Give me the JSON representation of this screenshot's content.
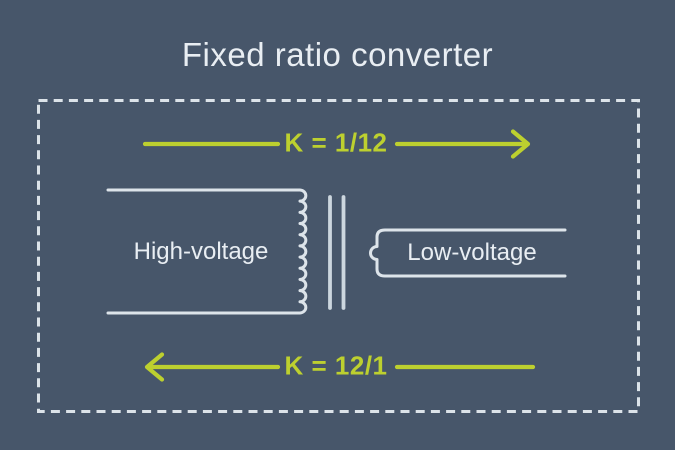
{
  "title": "Fixed ratio converter",
  "colors": {
    "background": "#47566a",
    "line_light": "#dde4ea",
    "text_light": "#e9eef3",
    "accent_green": "#bdd02f"
  },
  "diagram": {
    "top_arrow": {
      "label": "K = 1/12",
      "direction": "right"
    },
    "bottom_arrow": {
      "label": "K = 12/1",
      "direction": "left"
    },
    "high_voltage_winding": {
      "label": "High-voltage"
    },
    "low_voltage_winding": {
      "label": "Low-voltage"
    }
  }
}
